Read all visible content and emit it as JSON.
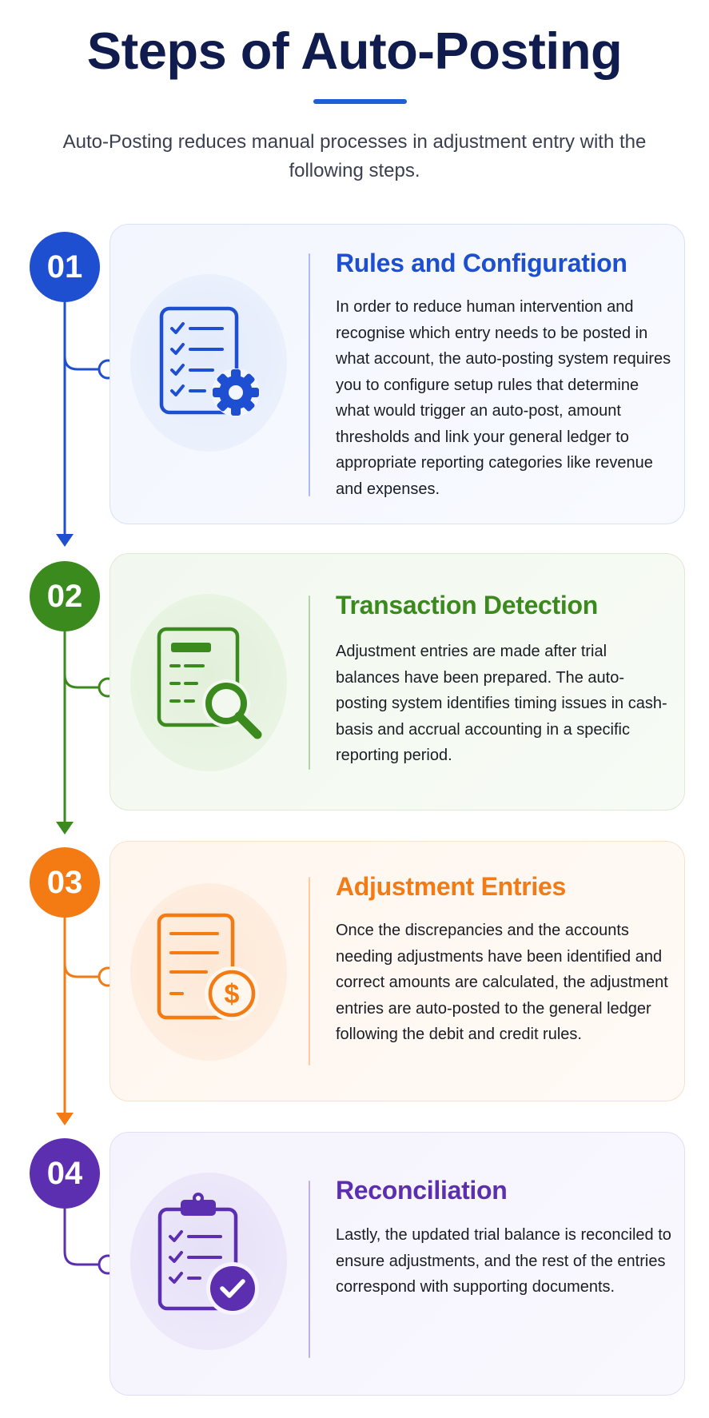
{
  "header": {
    "title": "Steps of Auto-Posting",
    "subtitle": "Auto-Posting reduces manual processes in adjustment entry with the following steps."
  },
  "colors": {
    "title": "#0f1c4d",
    "accent": "#1f5fd6",
    "step1": "#1f4fd1",
    "step2": "#3b8a1e",
    "step3": "#f47a13",
    "step4": "#5b2fb0"
  },
  "steps": [
    {
      "number": "01",
      "title": "Rules and Configuration",
      "icon": "checklist-gear-icon",
      "text": "In order to reduce human intervention and recognise which entry needs to be posted in what account, the auto-posting system requires you to configure setup rules that determine what would trigger an auto-post, amount thresholds and link your general ledger to appropriate reporting categories like revenue and expenses."
    },
    {
      "number": "02",
      "title": "Transaction Detection",
      "icon": "document-magnifier-icon",
      "text": "Adjustment entries are made after trial balances have been prepared. The auto-posting system identifies timing issues in cash-basis and accrual accounting in a specific reporting period."
    },
    {
      "number": "03",
      "title": "Adjustment Entries",
      "icon": "document-dollar-icon",
      "text": "Once the discrepancies and the accounts needing adjustments have been identified and correct amounts are calculated, the adjustment entries are auto-posted to the general ledger following the debit and credit rules."
    },
    {
      "number": "04",
      "title": "Reconciliation",
      "icon": "clipboard-check-icon",
      "text": "Lastly, the updated trial balance is reconciled to ensure adjustments, and the rest of the entries correspond with supporting documents."
    }
  ]
}
